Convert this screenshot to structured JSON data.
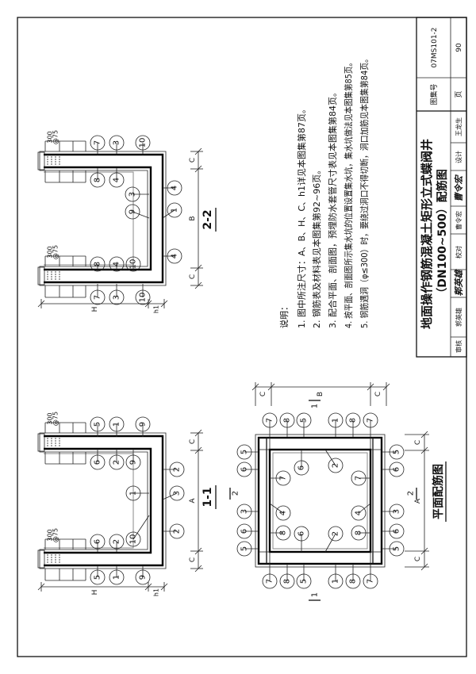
{
  "title_block": {
    "title_line1": "地面操作钢筋混凝土矩形立式蝶阀井",
    "title_line2": "（DN100~500）配筋图",
    "atlas_label": "图集号",
    "atlas_no": "07MS101-2",
    "page_label": "页",
    "page_no": "90",
    "review_label": "审核",
    "reviewer": "郭英雄",
    "check_label": "校对",
    "checker": "曹令宏",
    "design_label": "设计",
    "designer": "王龙生"
  },
  "notes": {
    "heading": "说明：",
    "items": [
      "1. 图中所注尺寸：A、B、H、C、h1详见本图集第87页。",
      "2. 钢筋表及材料表见本图集第92~96页。",
      "3. 配合平面、剖面图，预埋防水套管尺寸表见本图集第84页。",
      "4. 按平面、剖面图所示集水坑的位置设置集水坑，集水坑做法见本图集第85页。",
      "5. 钢筋遇洞（φ≤300）时，要绕过洞口不得切断，洞口加筋见本图集第84页。"
    ]
  },
  "drawings": {
    "section_2_2": {
      "title": "2-2",
      "callouts": [
        "7",
        "3",
        "10",
        "8",
        "4",
        "3",
        "9",
        "4",
        "1",
        "4",
        "8",
        "4",
        "10",
        "7",
        "3",
        "10"
      ]
    },
    "section_1_1": {
      "title": "1-1",
      "callouts": [
        "5",
        "1",
        "9",
        "6",
        "2",
        "9",
        "1",
        "2",
        "3",
        "2",
        "10",
        "6",
        "2",
        "5",
        "1",
        "9"
      ]
    },
    "plan": {
      "title": "平面配筋图",
      "callouts": [
        "7",
        "8",
        "5",
        "1",
        "8",
        "7",
        "7",
        "8",
        "5",
        "1",
        "8",
        "7",
        "5",
        "6",
        "3",
        "6",
        "5",
        "5",
        "6",
        "3",
        "6",
        "5",
        "6",
        "2",
        "7",
        "7",
        "4",
        "4",
        "8",
        "8",
        "6",
        "2"
      ],
      "cut_marks": [
        "1",
        "1",
        "2",
        "2"
      ]
    },
    "dims": {
      "H": "H",
      "h1": "h1",
      "C": "C",
      "A": "A",
      "B": "B",
      "spacing_len": "300",
      "spacing": "@75"
    }
  }
}
